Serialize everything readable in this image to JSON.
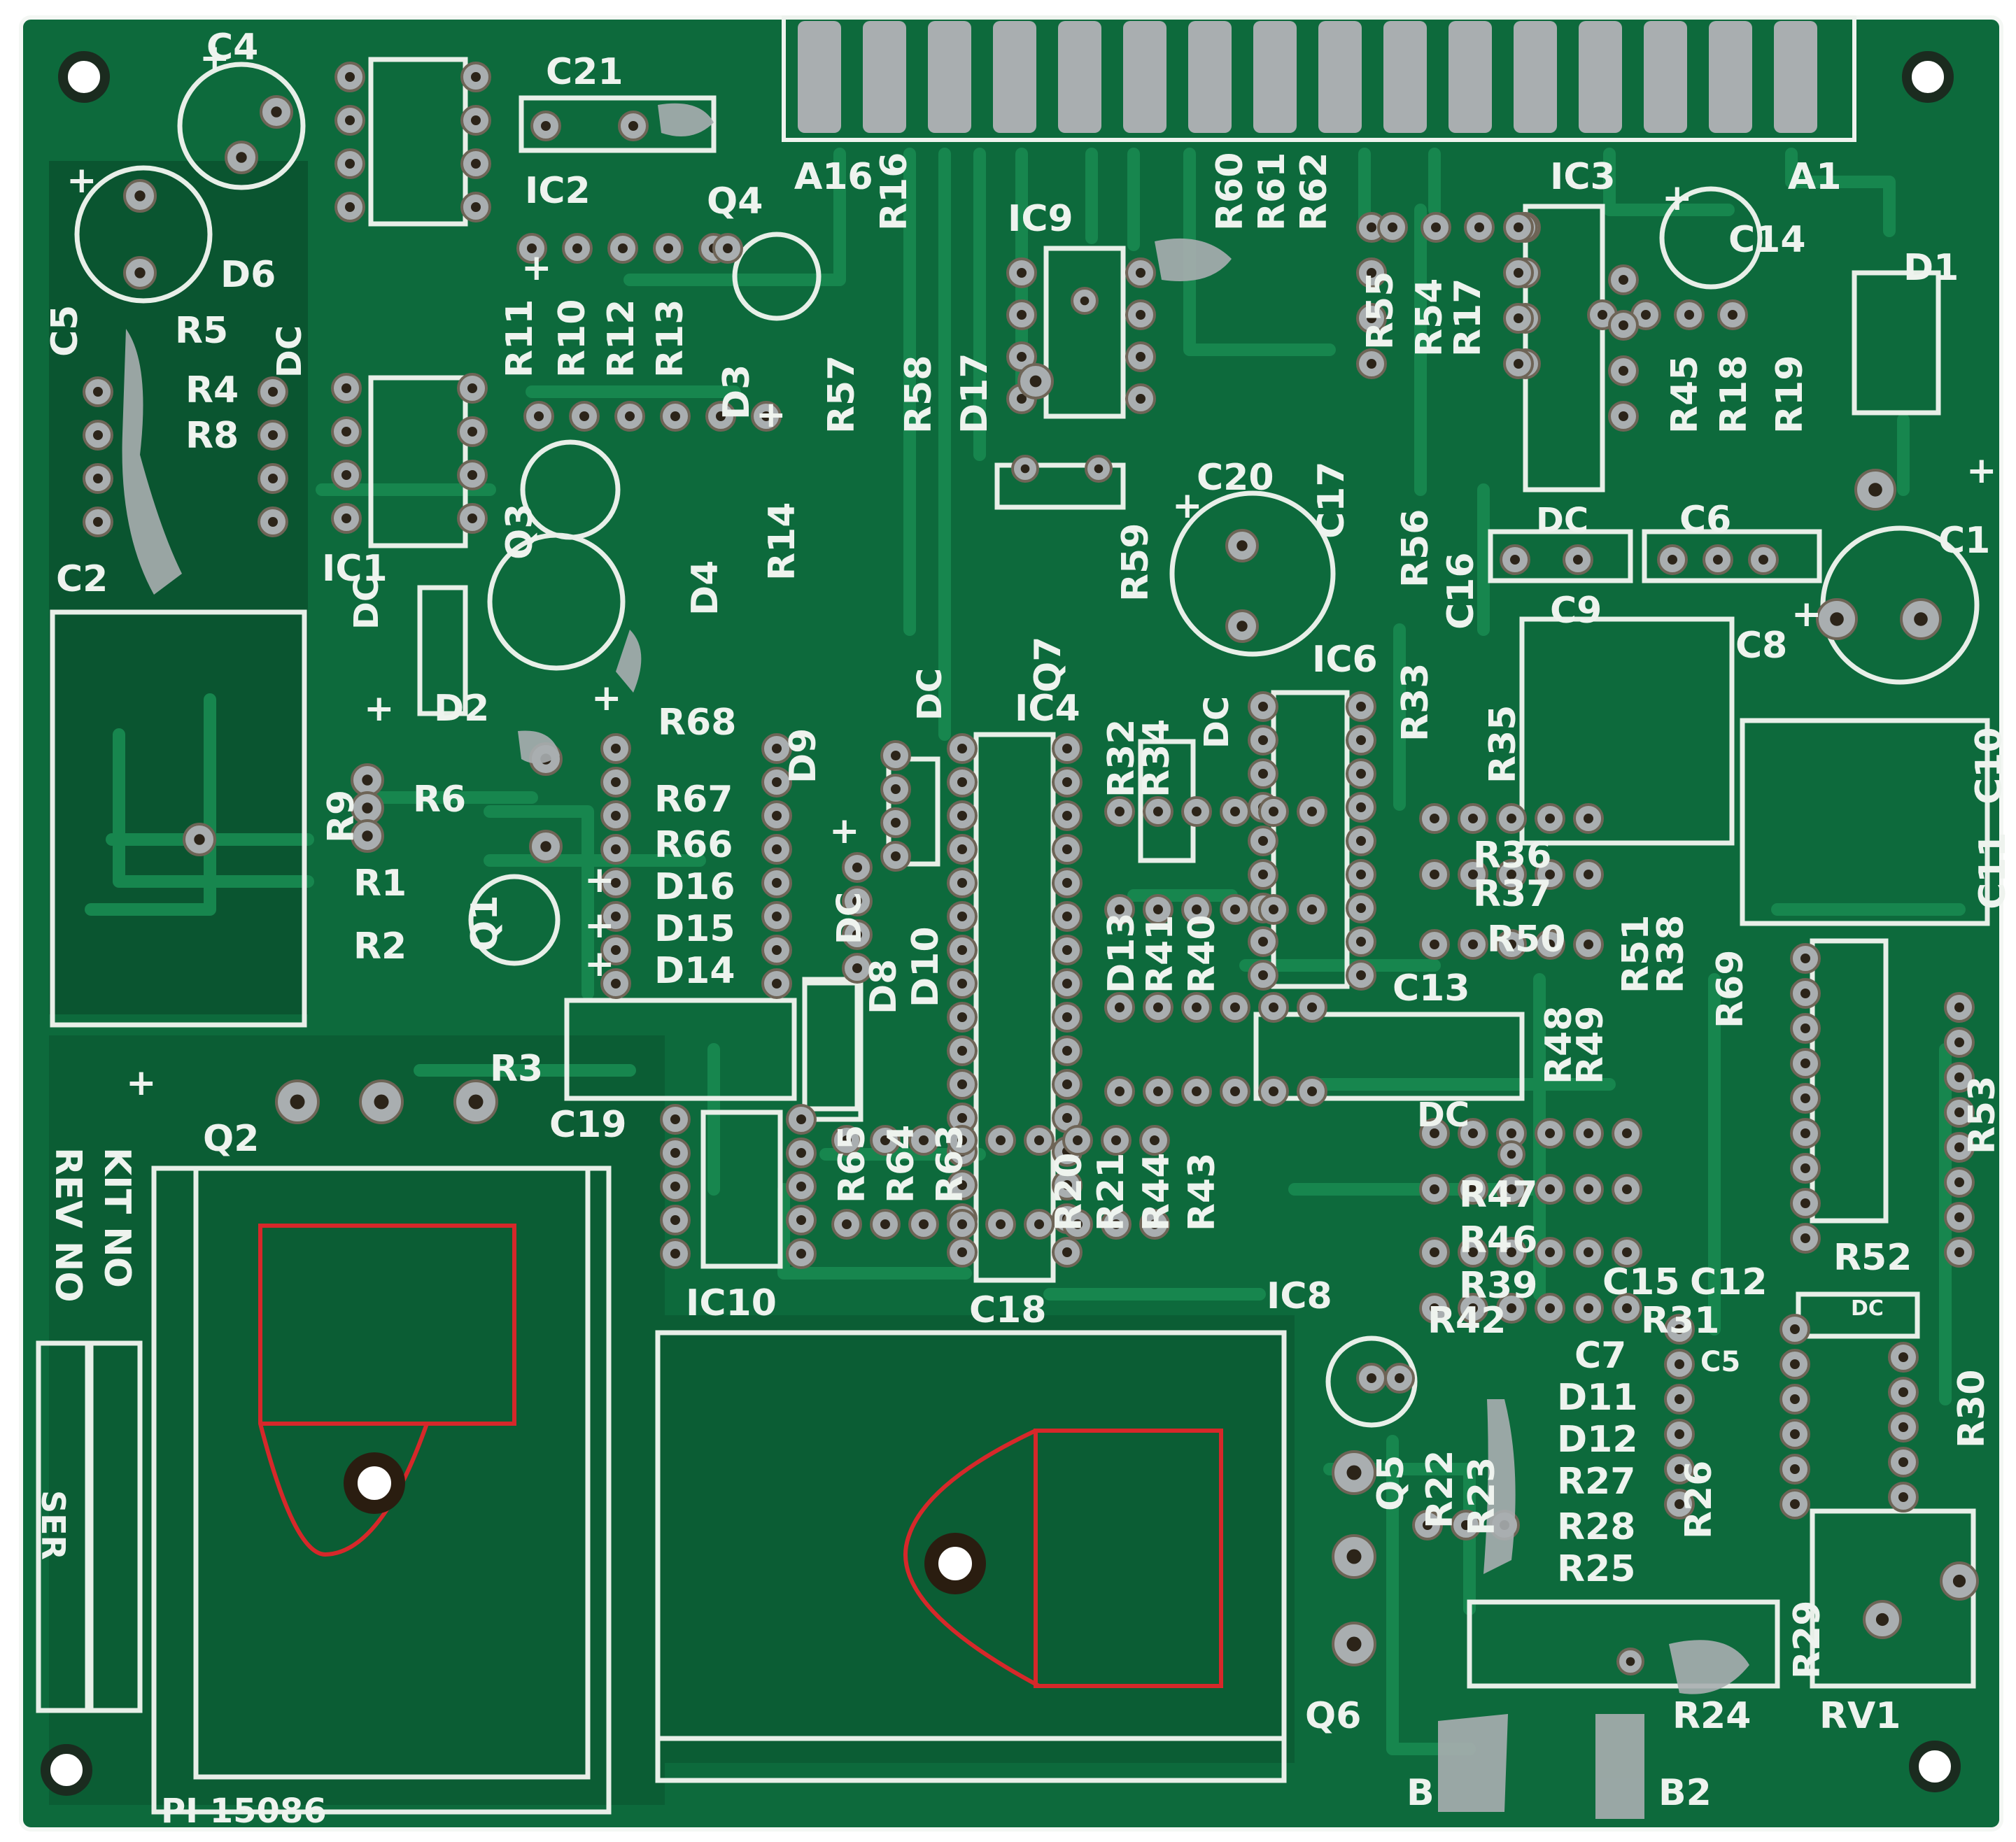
{
  "colors": {
    "board": "#0d6a3c",
    "board_dark": "#0a5530",
    "trace": "#17864e",
    "silkscreen": "#eef3ee",
    "solder": "#a9aeb0",
    "copper_hole": "#2c2419",
    "highlight_red": "#d6282a",
    "edge": "#f4f7f4"
  },
  "silkscreen": {
    "board_id": "PI 15086",
    "kit_no": "KIT NO",
    "rev_no": "REV NO",
    "ser": "SER",
    "connector_left": "A16",
    "connector_right": "A1",
    "battery_pads": [
      "B",
      "B2"
    ],
    "trimmer": "RV1",
    "dc_badge": "DC",
    "polarity_symbol": "+"
  },
  "labels": {
    "capacitors": [
      "C1",
      "C2",
      "C4",
      "C5",
      "C6",
      "C7",
      "C8",
      "C9",
      "C10",
      "C11",
      "C13",
      "C14",
      "C15",
      "C16",
      "C17",
      "C18",
      "C19",
      "C20",
      "C21"
    ],
    "transistors": [
      "Q1",
      "Q2",
      "Q3",
      "Q4",
      "Q5",
      "Q6",
      "Q7"
    ],
    "ics": [
      "IC1",
      "IC2",
      "IC3",
      "IC4",
      "IC6",
      "IC8",
      "IC9",
      "IC10"
    ],
    "diodes": [
      "D1",
      "D2",
      "D3",
      "D4",
      "D6",
      "D8",
      "D9",
      "D10",
      "D11",
      "D12",
      "D13",
      "D14",
      "D15",
      "D16",
      "D17"
    ],
    "resistors": [
      "R1",
      "R2",
      "R3",
      "R4",
      "R5",
      "R6",
      "R8",
      "R9",
      "R10",
      "R11",
      "R12",
      "R13",
      "R14",
      "R16",
      "R17",
      "R18",
      "R19",
      "R20",
      "R21",
      "R22",
      "R23",
      "R24",
      "R25",
      "R26",
      "R27",
      "R28",
      "R29",
      "R30",
      "R31",
      "R32",
      "R33",
      "R34",
      "R35",
      "R36",
      "R37",
      "R38",
      "R39",
      "R40",
      "R41",
      "R42",
      "R43",
      "R44",
      "R45",
      "R46",
      "R47",
      "R48",
      "R49",
      "R50",
      "R51",
      "R52",
      "R53",
      "R54",
      "R55",
      "R56",
      "R57",
      "R58",
      "R59",
      "R60",
      "R61",
      "R62",
      "R63",
      "R64",
      "R65",
      "R66",
      "R67",
      "R68",
      "R69"
    ]
  }
}
